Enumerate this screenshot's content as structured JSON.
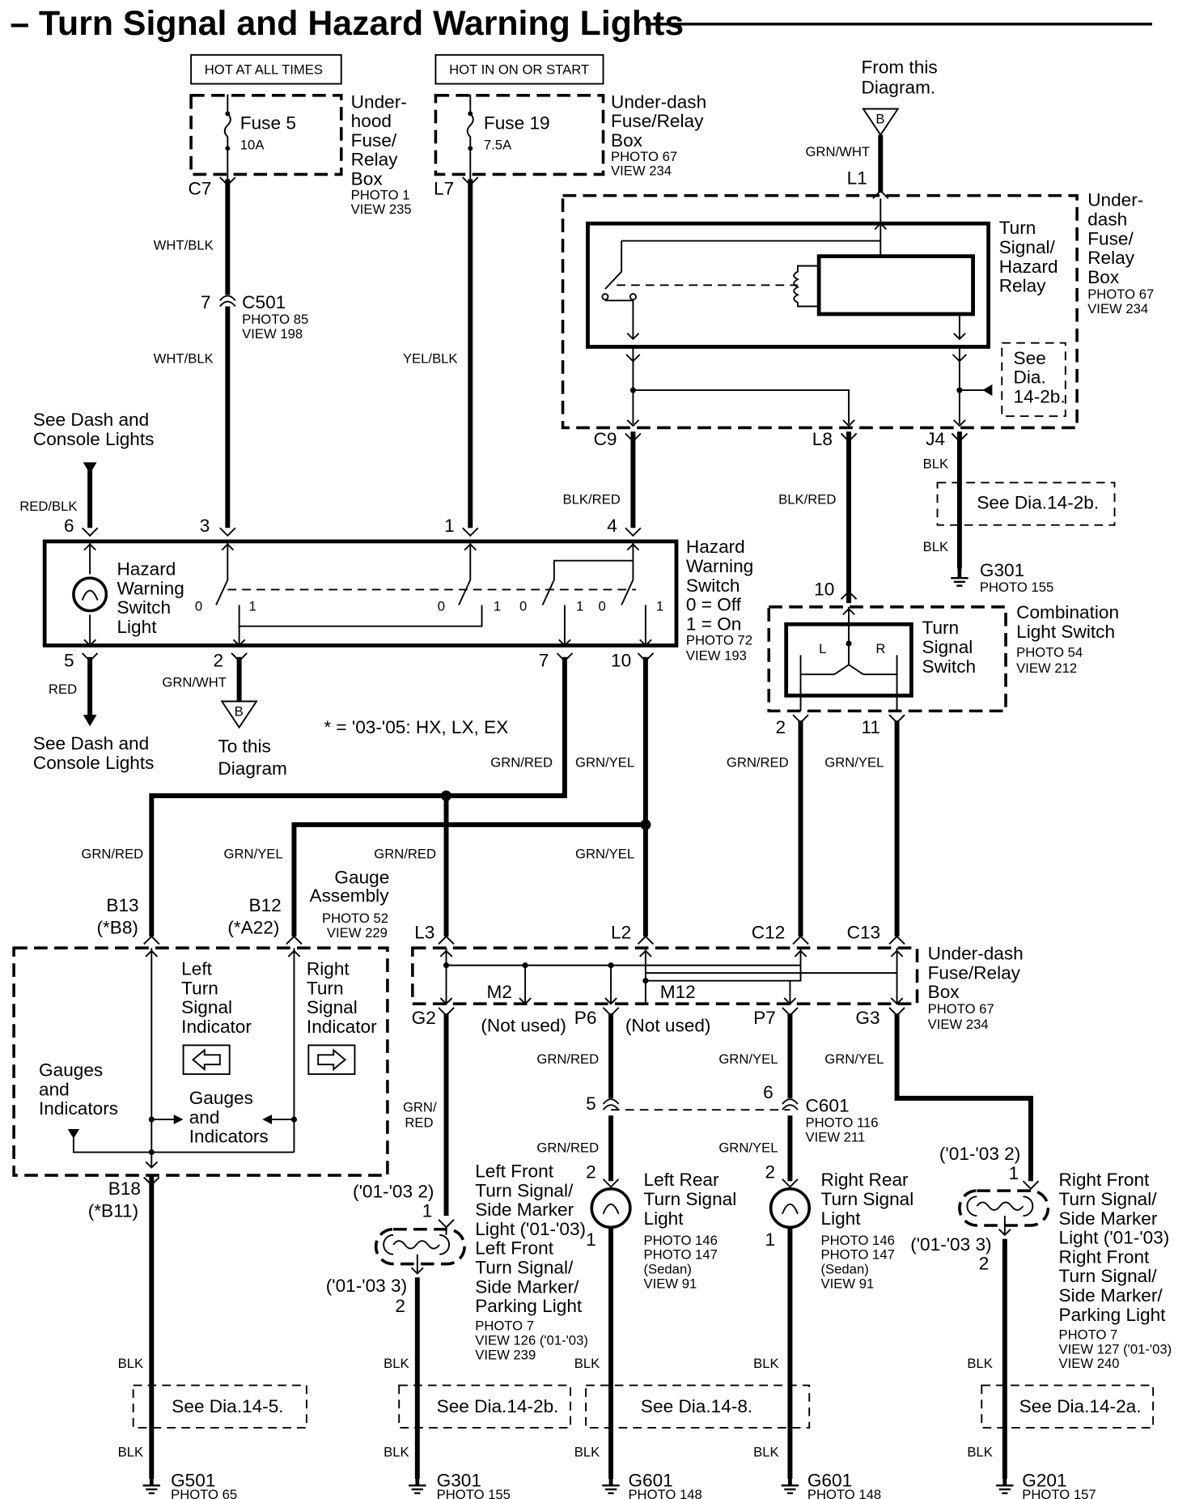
{
  "title": "– Turn Signal and Hazard Warning Lights",
  "power": {
    "hot_at_all_times": "HOT AT ALL TIMES",
    "hot_in_on_or_start": "HOT IN ON OR START",
    "fuse5_name": "Fuse 5",
    "fuse5_amps": "10A",
    "fuse19_name": "Fuse 19",
    "fuse19_amps": "7.5A",
    "uh_box": [
      "Under-",
      "hood",
      "Fuse/",
      "Relay",
      "Box"
    ],
    "uh_photo": "PHOTO 1",
    "uh_view": "VIEW 235",
    "ud_box": [
      "Under-dash",
      "Fuse/Relay",
      "Box"
    ],
    "ud_photo": "PHOTO 67",
    "ud_view": "VIEW 234",
    "c7": "C7",
    "l7": "L7"
  },
  "from_diagram": [
    "From this",
    "Diagram."
  ],
  "flag_b": "B",
  "to_diagram": [
    "To this",
    "Diagram"
  ],
  "relay": {
    "label": [
      "Turn",
      "Signal/",
      "Hazard",
      "Relay"
    ],
    "box": [
      "Under-",
      "dash",
      "Fuse/",
      "Relay",
      "Box"
    ],
    "photo": "PHOTO 67",
    "view": "VIEW 234",
    "see": [
      "See",
      "Dia.",
      "14-2b."
    ],
    "l1": "L1",
    "c9": "C9",
    "l8": "L8",
    "j4": "J4"
  },
  "c501": {
    "pin": "7",
    "name": "C501",
    "photo": "PHOTO 85",
    "view": "VIEW 198"
  },
  "dash_lights": [
    "See Dash and",
    "Console Lights"
  ],
  "hazard": {
    "name": [
      "Hazard",
      "Warning",
      "Switch"
    ],
    "off": "0 = Off",
    "on": "1 = On",
    "photo": "PHOTO 72",
    "view": "VIEW 193",
    "light": [
      "Hazard",
      "Warning",
      "Switch",
      "Light"
    ],
    "pins_top": [
      "6",
      "3",
      "1",
      "4"
    ],
    "pins_bottom": [
      "5",
      "2",
      "7",
      "10"
    ],
    "zero": "0",
    "one": "1"
  },
  "note": "* = '03-'05: HX, LX, EX",
  "combo": {
    "name": [
      "Combination",
      "Light Switch"
    ],
    "photo": "PHOTO 54",
    "view": "VIEW 212",
    "switch": [
      "Turn",
      "Signal",
      "Switch"
    ],
    "l": "L",
    "r": "R",
    "pin10": "10",
    "pin2": "2",
    "pin11": "11"
  },
  "g301_top": {
    "name": "G301",
    "photo": "PHOTO 155"
  },
  "see_dia_14_2b_top": "See Dia.14-2b.",
  "wires": {
    "wht_blk": "WHT/BLK",
    "yel_blk": "YEL/BLK",
    "red_blk": "RED/BLK",
    "blk_red": "BLK/RED",
    "grn_wht": "GRN/WHT",
    "blk": "BLK",
    "red": "RED",
    "grn_red": "GRN/RED",
    "grn_yel": "GRN/YEL",
    "grn_red_split": [
      "GRN/",
      "RED"
    ]
  },
  "gauge": {
    "name": [
      "Gauge",
      "Assembly"
    ],
    "photo": "PHOTO 52",
    "view": "VIEW 229",
    "b13": "B13",
    "b13s": "(*B8)",
    "b12": "B12",
    "b12s": "(*A22)",
    "b18": "B18",
    "b18s": "(*B11)",
    "left_ind": [
      "Left",
      "Turn",
      "Signal",
      "Indicator"
    ],
    "right_ind": [
      "Right",
      "Turn",
      "Signal",
      "Indicator"
    ],
    "gauges1": [
      "Gauges",
      "and",
      "Indicators"
    ],
    "gauges2": [
      "Gauges",
      "and",
      "Indicators"
    ]
  },
  "udbox2": {
    "name": [
      "Under-dash",
      "Fuse/Relay",
      "Box"
    ],
    "photo": "PHOTO 67",
    "view": "VIEW 234",
    "l3": "L3",
    "l2": "L2",
    "c12": "C12",
    "c13": "C13",
    "g2": "G2",
    "p6": "P6",
    "p7": "P7",
    "g3": "G3",
    "m2": "M2",
    "m12": "M12",
    "not_used": "(Not used)"
  },
  "c601": {
    "pin5": "5",
    "pin6": "6",
    "name": "C601",
    "photo": "PHOTO 116",
    "view": "VIEW 211"
  },
  "lf_light": {
    "year1": "('01-'03 2)",
    "pin1": "1",
    "year2": "('01-'03 3)",
    "pin2": "2",
    "name": [
      "Left Front",
      "Turn Signal/",
      "Side Marker",
      "Light ('01-'03)",
      "Left Front",
      "Turn Signal/",
      "Side Marker/",
      "Parking Light"
    ],
    "photo": "PHOTO 7",
    "view1": "VIEW 126 ('01-'03)",
    "view2": "VIEW 239"
  },
  "lr_light": {
    "name": [
      "Left Rear",
      "Turn Signal",
      "Light"
    ],
    "photo1": "PHOTO 146",
    "photo2": "PHOTO 147",
    "sedan": "(Sedan)",
    "view": "VIEW 91",
    "pin2": "2",
    "pin1": "1"
  },
  "rr_light": {
    "name": [
      "Right Rear",
      "Turn Signal",
      "Light"
    ],
    "photo1": "PHOTO 146",
    "photo2": "PHOTO 147",
    "sedan": "(Sedan)",
    "view": "VIEW 91",
    "pin2": "2",
    "pin1": "1"
  },
  "rf_light": {
    "year1": "('01-'03 2)",
    "pin1": "1",
    "year2": "('01-'03 3)",
    "pin2": "2",
    "name": [
      "Right Front",
      "Turn Signal/",
      "Side Marker",
      "Light ('01-'03)",
      "Right Front",
      "Turn Signal/",
      "Side Marker/",
      "Parking Light"
    ],
    "photo": "PHOTO 7",
    "view1": "VIEW 127 ('01-'03)",
    "view2": "VIEW 240"
  },
  "grounds": [
    {
      "see": "See Dia.14-5.",
      "name": "G501",
      "photo": "PHOTO 65"
    },
    {
      "see": "See Dia.14-2b.",
      "name": "G301",
      "photo": "PHOTO 155"
    },
    {
      "see": "See Dia.14-8.",
      "name": "G601",
      "photo": "PHOTO 148"
    },
    {
      "see": "",
      "name": "G601",
      "photo": "PHOTO 148"
    },
    {
      "see": "See Dia.14-2a.",
      "name": "G201",
      "photo": "PHOTO 157"
    }
  ]
}
